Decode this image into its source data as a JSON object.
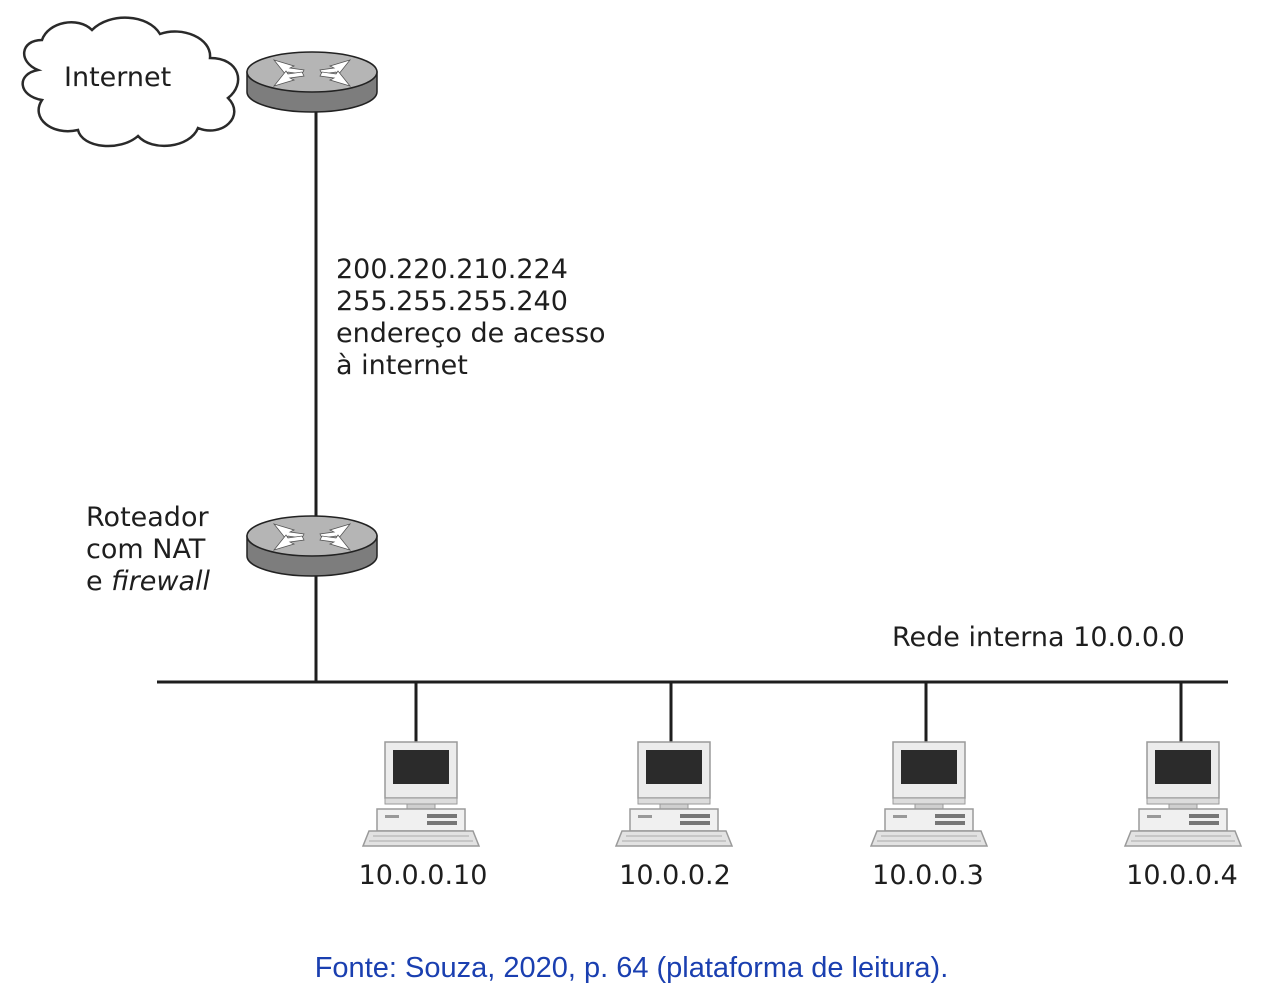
{
  "cloud": {
    "label": "Internet"
  },
  "wan_info": {
    "line1": "200.220.210.224",
    "line2": "255.255.255.240",
    "line3": "endereço de acesso",
    "line4": "à internet"
  },
  "router_label": {
    "line1": "Roteador",
    "line2": "com NAT",
    "line3_prefix": "e ",
    "line3_italic": "firewall"
  },
  "lan_label": "Rede interna 10.0.0.0",
  "hosts": [
    {
      "ip": "10.0.0.10"
    },
    {
      "ip": "10.0.0.2"
    },
    {
      "ip": "10.0.0.3"
    },
    {
      "ip": "10.0.0.4"
    }
  ],
  "icons": {
    "cloud": "cloud-icon",
    "router": "router-icon",
    "computer": "computer-icon"
  },
  "caption": "Fonte: Souza, 2020, p. 64 (plataforma de leitura).",
  "colors": {
    "caption": "#1a3fb0",
    "router_top": "#b3b3b3",
    "router_side": "#7a7a7a",
    "line": "#1e1e1e"
  }
}
